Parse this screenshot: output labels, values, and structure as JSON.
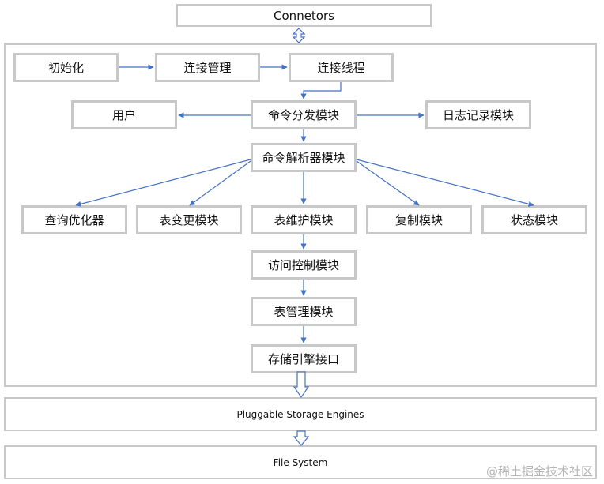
{
  "top": {
    "connectors": "Connetors"
  },
  "nodes": {
    "init": "初始化",
    "conn_mgmt": "连接管理",
    "conn_thread": "连接线程",
    "user": "用户",
    "cmd_dispatch": "命令分发模块",
    "log": "日志记录模块",
    "cmd_parser": "命令解析器模块",
    "query_opt": "查询优化器",
    "table_change": "表变更模块",
    "table_maint": "表维护模块",
    "replication": "复制模块",
    "status": "状态模块",
    "access_ctrl": "访问控制模块",
    "table_mgmt": "表管理模块",
    "storage_iface": "存储引擎接口"
  },
  "bottom": {
    "engines": "Pluggable Storage Engines",
    "fs": "File System"
  },
  "watermark": "@稀土掘金技术社区",
  "colors": {
    "arrow": "#4472c4",
    "border": "#c8c8c8"
  }
}
